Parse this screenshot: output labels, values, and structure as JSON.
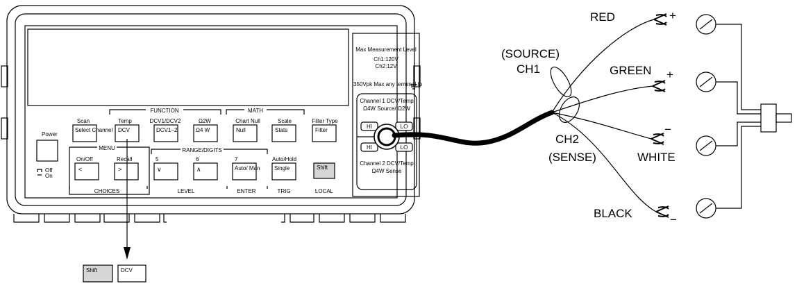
{
  "front_panel": {
    "max_measurement": {
      "title": "Max Measurement Level",
      "ch1": "Ch1:120V",
      "ch2": "Ch2:12V"
    },
    "vpk_note": "350Vpk Max any terminal to",
    "channel1_label": {
      "line1": "Channel 1 DCV/Temp",
      "line2": "Ω4W Source/ Ω2W"
    },
    "channel2_label": {
      "line1": "Channel 2 DCV/Temp",
      "line2": "Ω4W Sense"
    },
    "terminals": {
      "hi": "HI",
      "lo": "LO"
    },
    "group_labels": {
      "function": "FUNCTION",
      "math": "MATH",
      "menu": "MENU",
      "range_digits": "RANGE/DIGITS",
      "choices": "CHOICES",
      "level": "LEVEL",
      "enter": "ENTER",
      "trig": "TRIG",
      "local": "LOCAL"
    },
    "key_tops": {
      "scan": "Scan",
      "temp": "Temp",
      "dcv1_dcv2": "DCV1/DCV2",
      "ohm2w": "Ω2W",
      "chart_null": "Chart Null",
      "scale": "Scale",
      "filter_type": "Filter Type",
      "on_off": "On/Off",
      "recall": "Recall",
      "five": "5",
      "six": "6",
      "seven": "7",
      "auto_hold": "Auto/Hold"
    },
    "keys": {
      "select_channel": "Select Channel",
      "dcv": "DCV",
      "dcv1_2": "DCV1−2",
      "ohm4w": "Ω4 W",
      "null": "Null",
      "stats": "Stats",
      "filter": "Filter",
      "left": "<",
      "right": ">",
      "down": "∨",
      "up": "∧",
      "auto_man": "Auto/ Man",
      "single": "Single",
      "shift": "Shift"
    },
    "power": {
      "label": "Power",
      "off": "Off",
      "on": "On"
    }
  },
  "detail_keys": {
    "shift": "Shift",
    "dcv": "DCV"
  },
  "wiring": {
    "red": "RED",
    "green": "GREEN",
    "white": "WHITE",
    "black": "BLACK",
    "source": "(SOURCE)",
    "ch1": "CH1",
    "ch2": "CH2",
    "sense": "(SENSE)",
    "plus": "+",
    "minus": "−"
  }
}
